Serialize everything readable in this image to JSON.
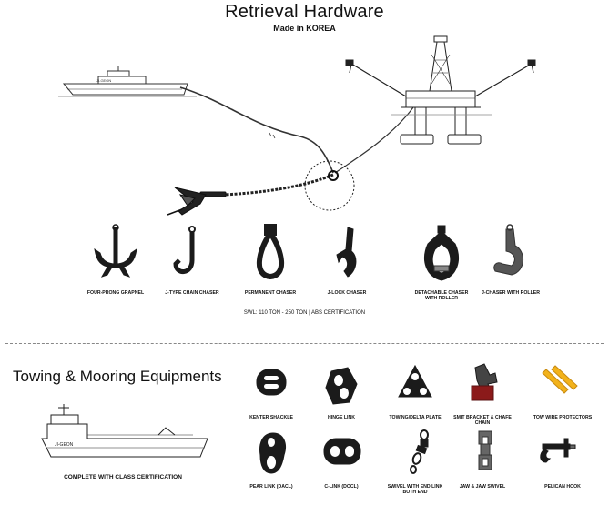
{
  "header": {
    "title": "Retrieval Hardware",
    "subtitle": "Made in KOREA"
  },
  "illustration": {
    "vessel_name": "JI-GEON"
  },
  "retrieval": {
    "items": [
      {
        "label": "FOUR-PRONG GRAPNEL",
        "icon": "grapnel-icon"
      },
      {
        "label": "J-TYPE CHAIN CHASER",
        "icon": "j-hook-icon"
      },
      {
        "label": "PERMANENT CHASER",
        "icon": "pear-ring-icon"
      },
      {
        "label": "J-LOCK CHASER",
        "icon": "j-lock-icon"
      },
      {
        "label": "DETACHABLE CHASER WITH ROLLER",
        "icon": "detachable-chaser-icon"
      },
      {
        "label": "J-CHASER WITH ROLLER",
        "icon": "j-roller-icon"
      }
    ],
    "spec": "SWL: 110 TON - 250 TON  |  ABS CERTIFICATION"
  },
  "towing": {
    "title": "Towing & Mooring Equipments",
    "certification": "COMPLETE WITH CLASS CERTIFICATION",
    "row1": [
      {
        "label": "KENTER SHACKLE",
        "icon": "kenter-shackle-icon"
      },
      {
        "label": "HINGE LINK",
        "icon": "hinge-link-icon"
      },
      {
        "label": "TOWING/DELTA PLATE",
        "icon": "delta-plate-icon"
      },
      {
        "label": "SMIT BRACKET & CHAFE CHAIN",
        "icon": "smit-bracket-icon"
      },
      {
        "label": "TOW WIRE PROTECTORS",
        "icon": "wire-protector-icon"
      }
    ],
    "row2": [
      {
        "label": "PEAR LINK (DACL)",
        "icon": "pear-link-icon"
      },
      {
        "label": "C-LINK (DOCL)",
        "icon": "c-link-icon"
      },
      {
        "label": "SWIVEL WITH END LINK BOTH END",
        "icon": "swivel-icon"
      },
      {
        "label": "JAW & JAW SWIVEL",
        "icon": "jaw-swivel-icon"
      },
      {
        "label": "PELICAN HOOK",
        "icon": "pelican-hook-icon"
      }
    ]
  },
  "colors": {
    "hardware": "#1b1b1b",
    "line": "#444444",
    "accent": "#f2b21b",
    "chain_red": "#8b1a1a"
  }
}
